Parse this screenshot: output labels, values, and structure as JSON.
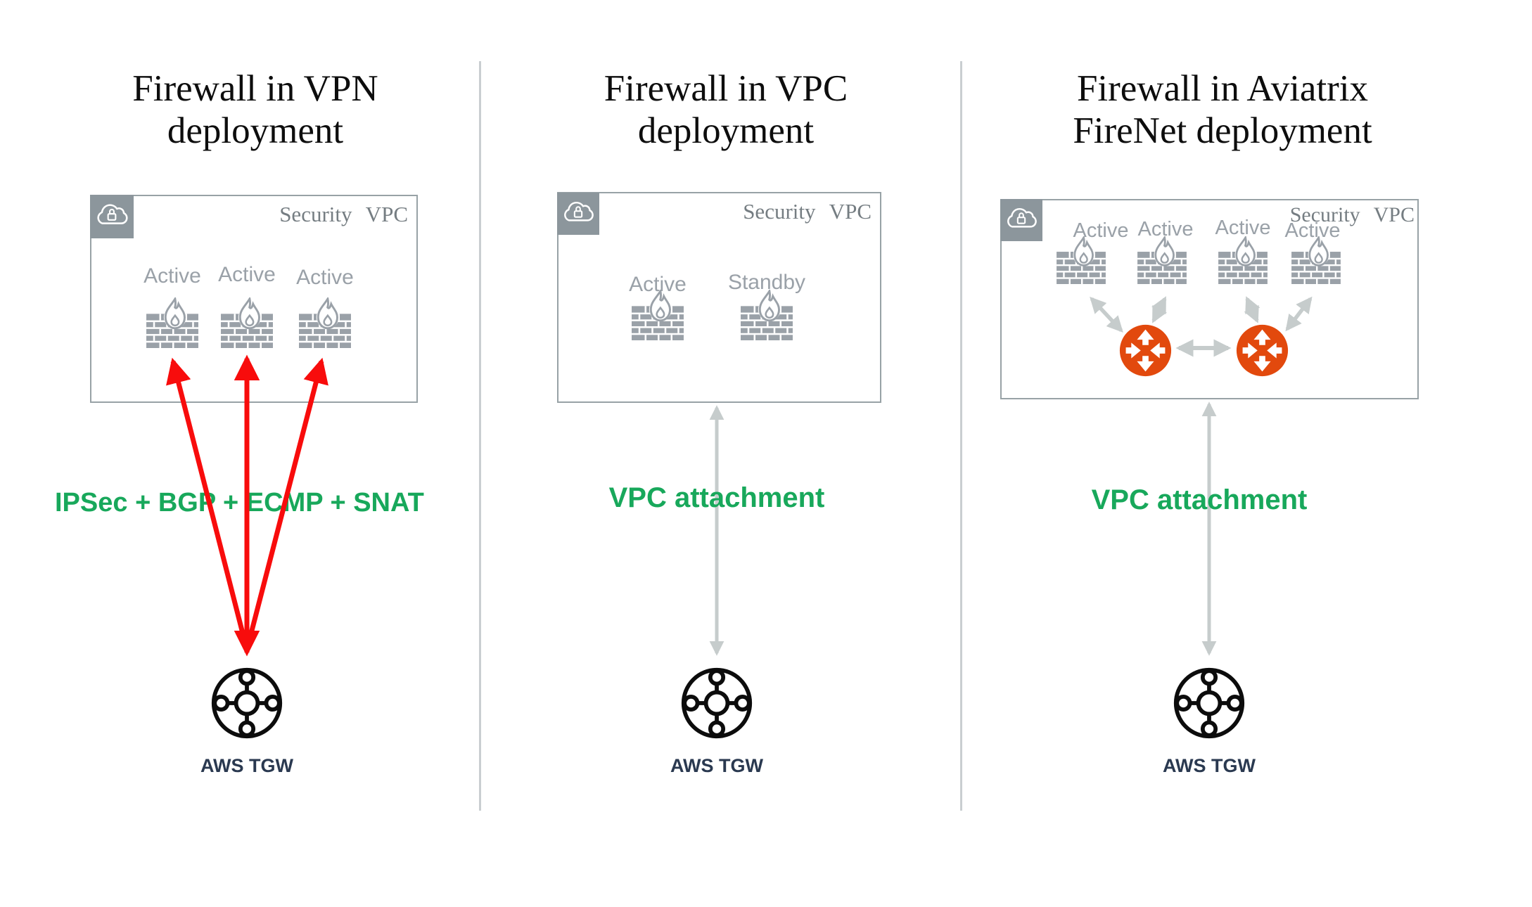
{
  "colors": {
    "accent_red": "#F80C0C",
    "accent_green": "#18A85B",
    "gateway_orange": "#E2490D",
    "icon_gray": "#9AA1A8",
    "box_border_gray": "#98A2A6",
    "arrow_gray": "#C6CCCC",
    "tgw_label_navy": "#2A3950",
    "security_vpc_text_gray": "#757D82"
  },
  "icons": {
    "cloud_lock": "cloud-lock-icon",
    "firewall": "firewall-brick-flame-icon",
    "transit_gateway": "aws-transit-gateway-icon",
    "aviatrix_gateway": "aviatrix-gateway-icon"
  },
  "panels": [
    {
      "title_line1": "Firewall in VPN",
      "title_line2": "deployment",
      "vpc_label": "Security VPC",
      "firewalls": [
        {
          "status": "Active"
        },
        {
          "status": "Active"
        },
        {
          "status": "Active"
        }
      ],
      "connection_label": "IPSec + BGP + ECMP + SNAT",
      "gateway_label": "AWS TGW"
    },
    {
      "title_line1": "Firewall in VPC",
      "title_line2": "deployment",
      "vpc_label": "Security VPC",
      "firewalls": [
        {
          "status": "Active"
        },
        {
          "status": "Standby"
        }
      ],
      "connection_label": "VPC attachment",
      "gateway_label": "AWS TGW"
    },
    {
      "title_line1": "Firewall in Aviatrix",
      "title_line2": "FireNet deployment",
      "vpc_label": "Security VPC",
      "firewalls": [
        {
          "status": "Active"
        },
        {
          "status": "Active"
        },
        {
          "status": "Active"
        },
        {
          "status": "Active"
        }
      ],
      "connection_label": "VPC attachment",
      "gateway_label": "AWS TGW"
    }
  ]
}
